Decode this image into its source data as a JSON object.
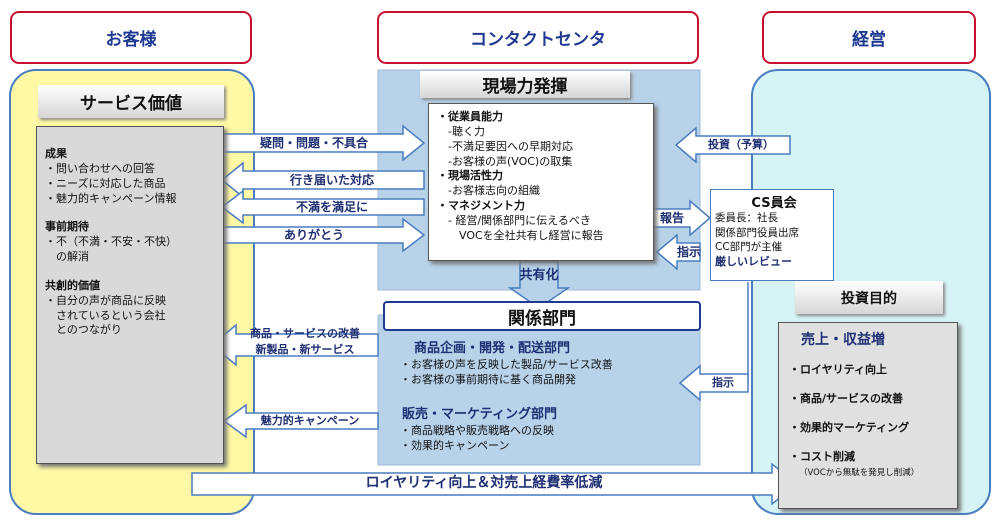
{
  "headers": {
    "customer": "お客様",
    "contact_center": "コンタクトセンタ",
    "management": "経営"
  },
  "left": {
    "title": "サービス価値",
    "sections": [
      {
        "heading": "成果",
        "items": [
          "・問い合わせへの回答",
          "・ニーズに対応した商品",
          "・魅力的キャンペーン情報"
        ]
      },
      {
        "heading": "事前期待",
        "items": [
          "・不（不満・不安・不快）",
          "　の解消"
        ]
      },
      {
        "heading": "共創的価値",
        "items": [
          "・自分の声が商品に反映",
          "　されているという会社",
          "　とのつながり"
        ]
      }
    ]
  },
  "center": {
    "title": "現場力発揮",
    "items": [
      {
        "text": "・従業員能力",
        "bold": true
      },
      {
        "text": "　-聴く力",
        "bold": false
      },
      {
        "text": "　-不満足要因への早期対応",
        "bold": false
      },
      {
        "text": "　-お客様の声(VOC)の取集",
        "bold": false
      },
      {
        "text": "・現場活性力",
        "bold": true
      },
      {
        "text": "　-お客様志向の組織",
        "bold": false
      },
      {
        "text": "・マネジメント力",
        "bold": true
      },
      {
        "text": "　- 経営/関係部門に伝えるべき",
        "bold": false
      },
      {
        "text": "　　VOCを全社共有し経営に報告",
        "bold": false
      }
    ],
    "share_label": "共有化"
  },
  "dept": {
    "title": "関係部門",
    "sections": [
      {
        "heading": "商品企画・開発・配送部門",
        "items": [
          "・お客様の声を反映した製品/サービス改善",
          "・お客様の事前期待に基く商品開発"
        ]
      },
      {
        "heading": "販売・マーケティング部門",
        "items": [
          "・商品戦略や販売戦略への反映",
          "・効果的キャンペーン"
        ]
      }
    ]
  },
  "cs": {
    "title": "CS員会",
    "lines": [
      "委員長：社長",
      "関係部門役員出席",
      "CC部門が主催"
    ],
    "emphasis": "厳しいレビュー"
  },
  "right": {
    "title": "投資目的",
    "subtitle": "売上・収益増",
    "items": [
      "・ロイヤリティ向上",
      "・商品/サービスの改善",
      "・効果的マーケティング",
      "・コスト削減"
    ],
    "note": "（VOCから無駄を発見し削減）"
  },
  "arrows": {
    "questions": "疑問・問題・不具合",
    "thorough": "行き届いた対応",
    "dissatisfaction_line1": "不満を満足に",
    "dissatisfaction_line2": "ありがとう",
    "investment_budget": "投資（予算）",
    "report": "報告",
    "instruction": "指示",
    "instruction2": "指示",
    "products_line1": "商品・サービスの改善",
    "products_line2": "新製品・新サービス",
    "campaign": "魅力的キャンペーン",
    "bottom": "ロイヤリティ向上＆対売上経費率低減"
  },
  "colors": {
    "header_border": "#c8102e",
    "header_text": "#1f3a93",
    "left_panel": "#fff9a6",
    "center_panel": "#b8d2ea",
    "right_panel": "#d6f4f6",
    "arrow_fill": "#ffffff",
    "arrow_stroke": "#4a7cc0"
  }
}
